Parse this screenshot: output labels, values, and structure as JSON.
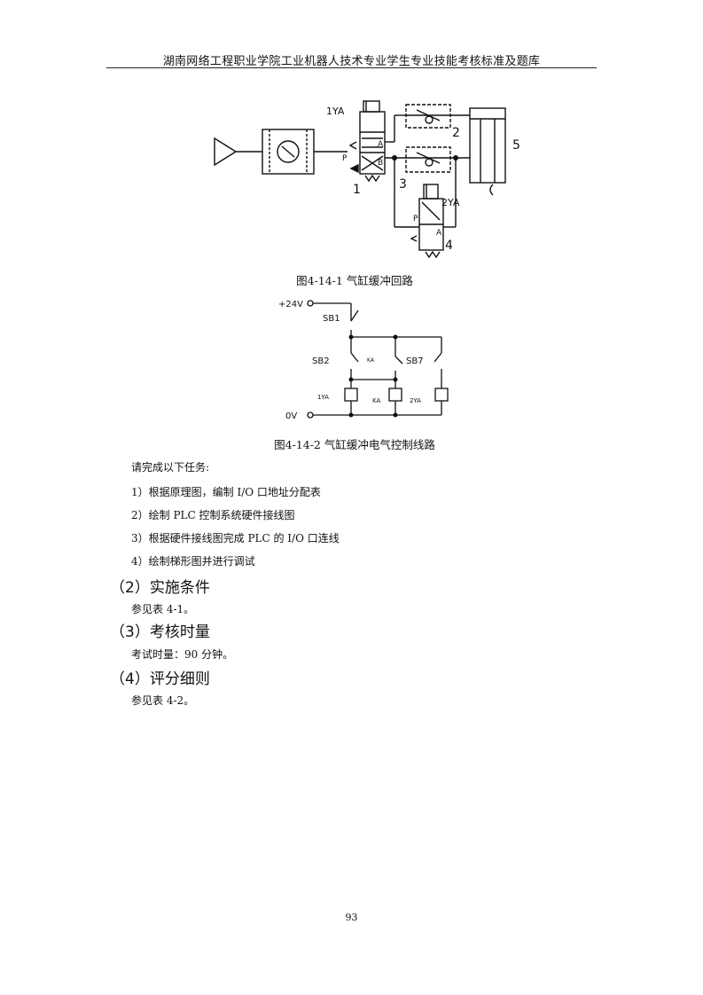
{
  "header": {
    "title": "湖南网络工程职业学院工业机器人技术专业学生专业技能考核标准及题库"
  },
  "figure1": {
    "caption": "图4-14-1  气缸缓冲回路",
    "labels": {
      "solenoid_1": "1YA",
      "solenoid_2": "2YA",
      "port_a": "A",
      "port_b": "B",
      "port_p": "P",
      "port_p2": "P",
      "port_a2": "A",
      "num_1": "1",
      "num_2": "2",
      "num_3": "3",
      "num_4": "4",
      "num_5": "5"
    }
  },
  "figure2": {
    "caption": "图4-14-2  气缸缓冲电气控制线路",
    "labels": {
      "supply_plus": "+24V",
      "supply_zero": "0V",
      "sb1": "SB1",
      "sb2": "SB2",
      "sb7": "SB7",
      "ka_contact": "KA",
      "coil_1ya": "1YA",
      "coil_ka": "KA",
      "coil_2ya": "2YA"
    }
  },
  "tasks": {
    "intro": "请完成以下任务:",
    "items": [
      "1）根据原理图，编制 I/O 口地址分配表",
      "2）绘制 PLC 控制系统硬件接线图",
      "3）根据硬件接线图完成 PLC 的 I/O 口连线",
      "4）绘制梯形图并进行调试"
    ]
  },
  "sections": [
    {
      "heading": "（2）实施条件",
      "body": "参见表 4-1。"
    },
    {
      "heading": "（3）考核时量",
      "body": "考试时量：90 分钟。"
    },
    {
      "heading": "（4）评分细则",
      "body": "参见表 4-2。"
    }
  ],
  "footer": {
    "page_number": "93"
  }
}
